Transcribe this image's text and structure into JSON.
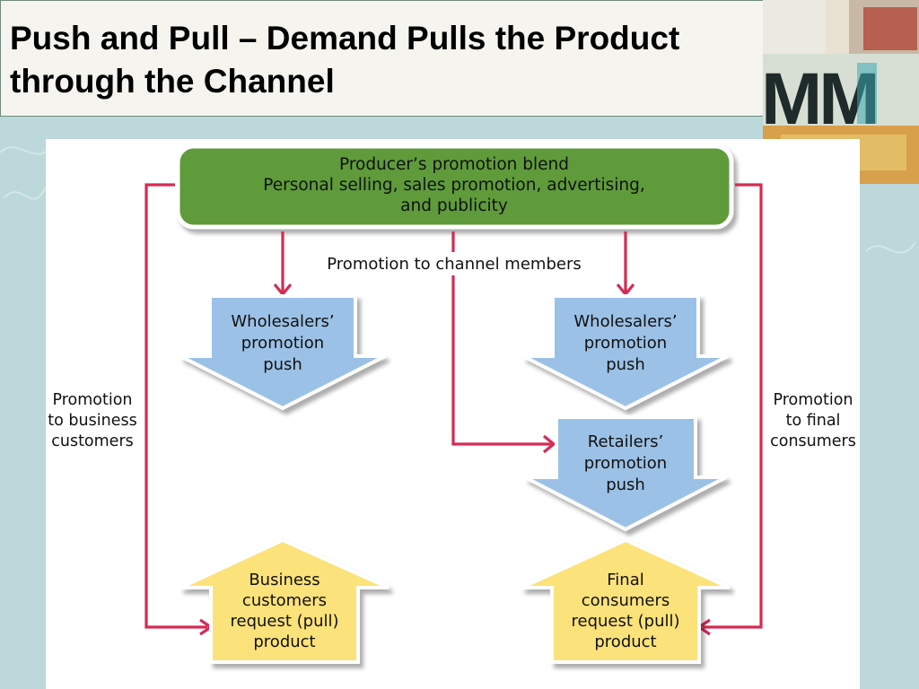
{
  "slide": {
    "title_line1": "Push and Pull – Demand Pulls the Product",
    "title_line2": "through the Channel"
  },
  "logo": {
    "text": "MM"
  },
  "diagram": {
    "producer": {
      "line1": "Producer’s promotion blend",
      "line2": "Personal selling, sales promotion, advertising,",
      "line3": "and publicity"
    },
    "channel_label": "Promotion to channel members",
    "wholesalers_left": {
      "line1": "Wholesalers’",
      "line2": "promotion",
      "line3": "push"
    },
    "wholesalers_right": {
      "line1": "Wholesalers’",
      "line2": "promotion",
      "line3": "push"
    },
    "retailers": {
      "line1": "Retailers’",
      "line2": "promotion",
      "line3": "push"
    },
    "business_label": {
      "line1": "Promotion",
      "line2": "to business",
      "line3": "customers"
    },
    "final_label": {
      "line1": "Promotion",
      "line2": "to final",
      "line3": "consumers"
    },
    "business_pull": {
      "line1": "Business",
      "line2": "customers",
      "line3": "request (pull)",
      "line4": "product"
    },
    "final_pull": {
      "line1": "Final",
      "line2": "consumers",
      "line3": "request (pull)",
      "line4": "product"
    },
    "colors": {
      "producer_fill": "#5e9b3a",
      "push_fill": "#9cc1e6",
      "pull_fill": "#fbe27a",
      "arrow": "#d42b54"
    }
  }
}
